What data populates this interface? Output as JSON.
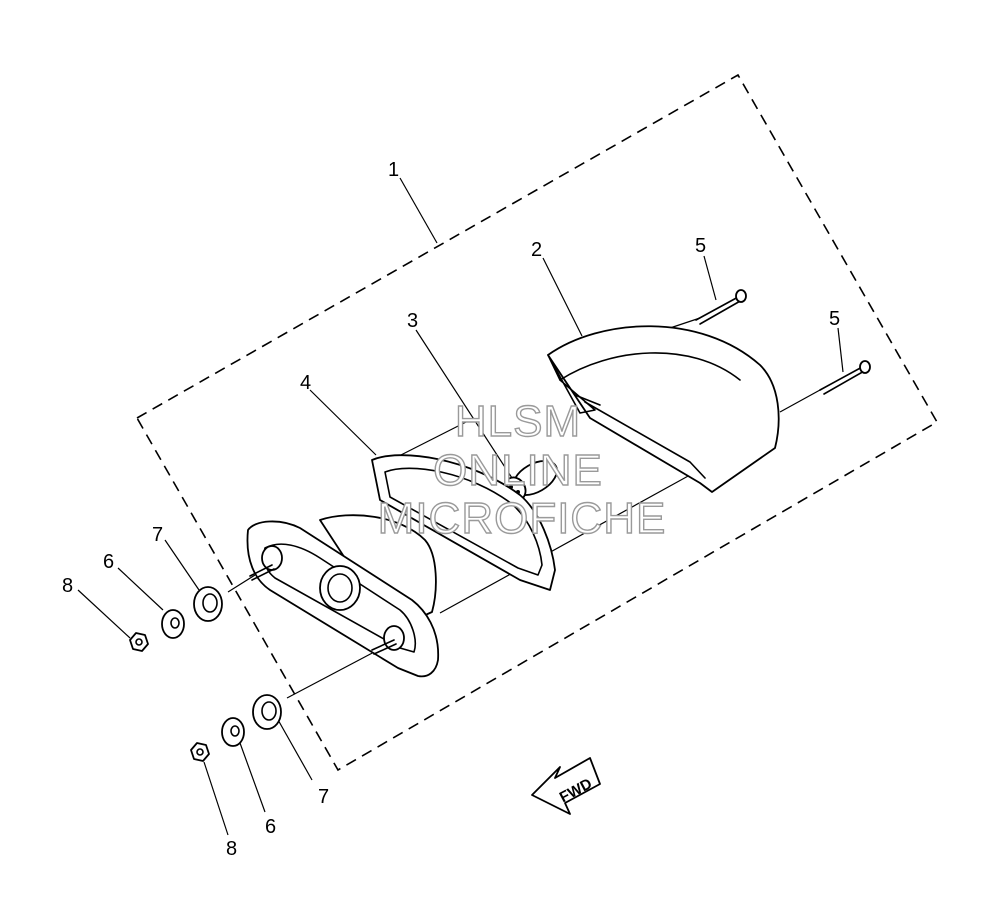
{
  "diagram": {
    "callouts": {
      "c1": "1",
      "c2": "2",
      "c3": "3",
      "c4": "4",
      "c5a": "5",
      "c5b": "5",
      "c6a": "6",
      "c6b": "6",
      "c7a": "7",
      "c7b": "7",
      "c8a": "8",
      "c8b": "8"
    },
    "watermark": {
      "line1": "HLSM",
      "line2": "ONLINE",
      "line3": "MICROFICHE"
    },
    "direction_arrow_label": "FWD"
  }
}
